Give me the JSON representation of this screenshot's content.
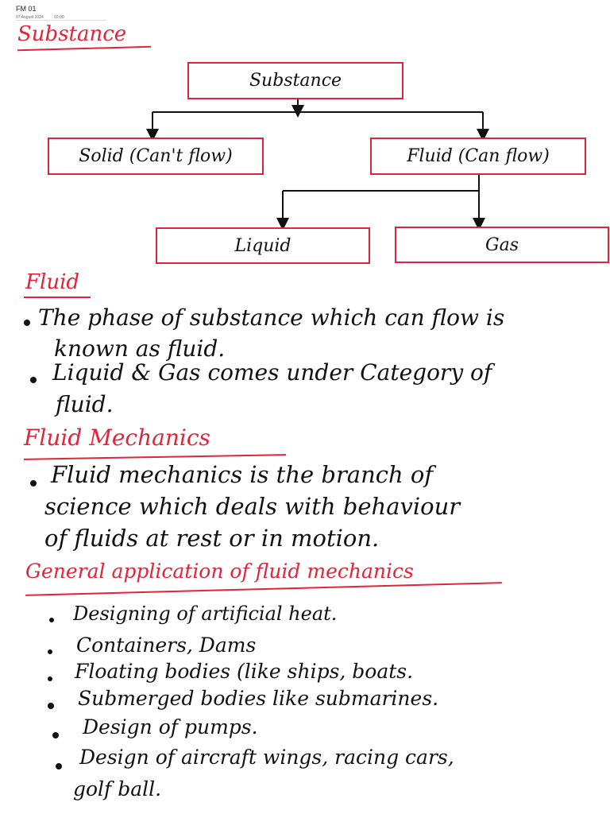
{
  "header": {
    "title": "FM 01",
    "date": "07 August 2024",
    "time": "02:00"
  },
  "sections": {
    "substance": {
      "heading": "Substance"
    },
    "fluid": {
      "heading": "Fluid"
    },
    "fluid_mechanics": {
      "heading": "Fluid Mechanics"
    },
    "applications": {
      "heading": "General application of fluid mechanics"
    }
  },
  "diagram": {
    "root": "Substance",
    "solid": "Solid (Can't flow)",
    "fluid": "Fluid (Can flow)",
    "liquid": "Liquid",
    "gas": "Gas"
  },
  "fluid_notes": [
    "The phase of substance which can flow is",
    "known as fluid.",
    "Liquid & Gas comes under Category of",
    "fluid."
  ],
  "mechanics_notes": [
    "Fluid mechanics is the branch of",
    "science which deals with behaviour",
    "of fluids at rest or in motion."
  ],
  "applications": [
    "Designing of artificial heat.",
    "Containers, Dams",
    "Floating bodies (like ships, boats.",
    "Submerged bodies like submarines.",
    "Design of pumps.",
    "Design of aircraft wings, racing cars,",
    "golf ball."
  ],
  "colors": {
    "heading": "#e0243a",
    "box_border": "#d7263d",
    "ink": "#111111"
  }
}
